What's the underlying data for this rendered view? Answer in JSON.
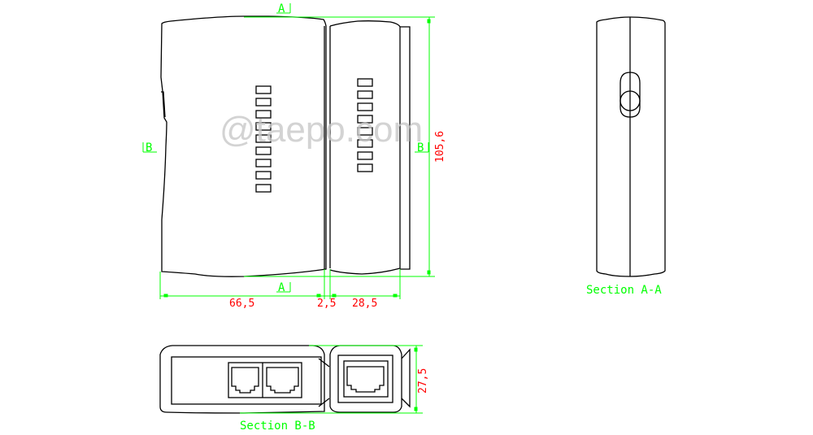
{
  "drawing": {
    "watermark": "@taepo.com",
    "colors": {
      "outline": "#000000",
      "dimension_line": "#00ff00",
      "dimension_text": "#ff0000",
      "section_label": "#00ff00",
      "watermark": "#c8c8c8",
      "background": "#ffffff"
    },
    "front_view": {
      "section_marker_top": "A",
      "section_marker_bottom": "A",
      "section_marker_left": "B",
      "section_marker_right": "B",
      "dimensions": {
        "height": "105,6",
        "width_main": "66,5",
        "width_gap": "2,5",
        "width_remote": "28,5"
      },
      "led_count_main": 9,
      "led_count_remote": 8
    },
    "section_aa": {
      "label": "Section A-A"
    },
    "section_bb": {
      "label": "Section B-B",
      "dimensions": {
        "depth": "27,5"
      },
      "rj45_ports_main": 2,
      "rj45_ports_remote": 1
    }
  }
}
